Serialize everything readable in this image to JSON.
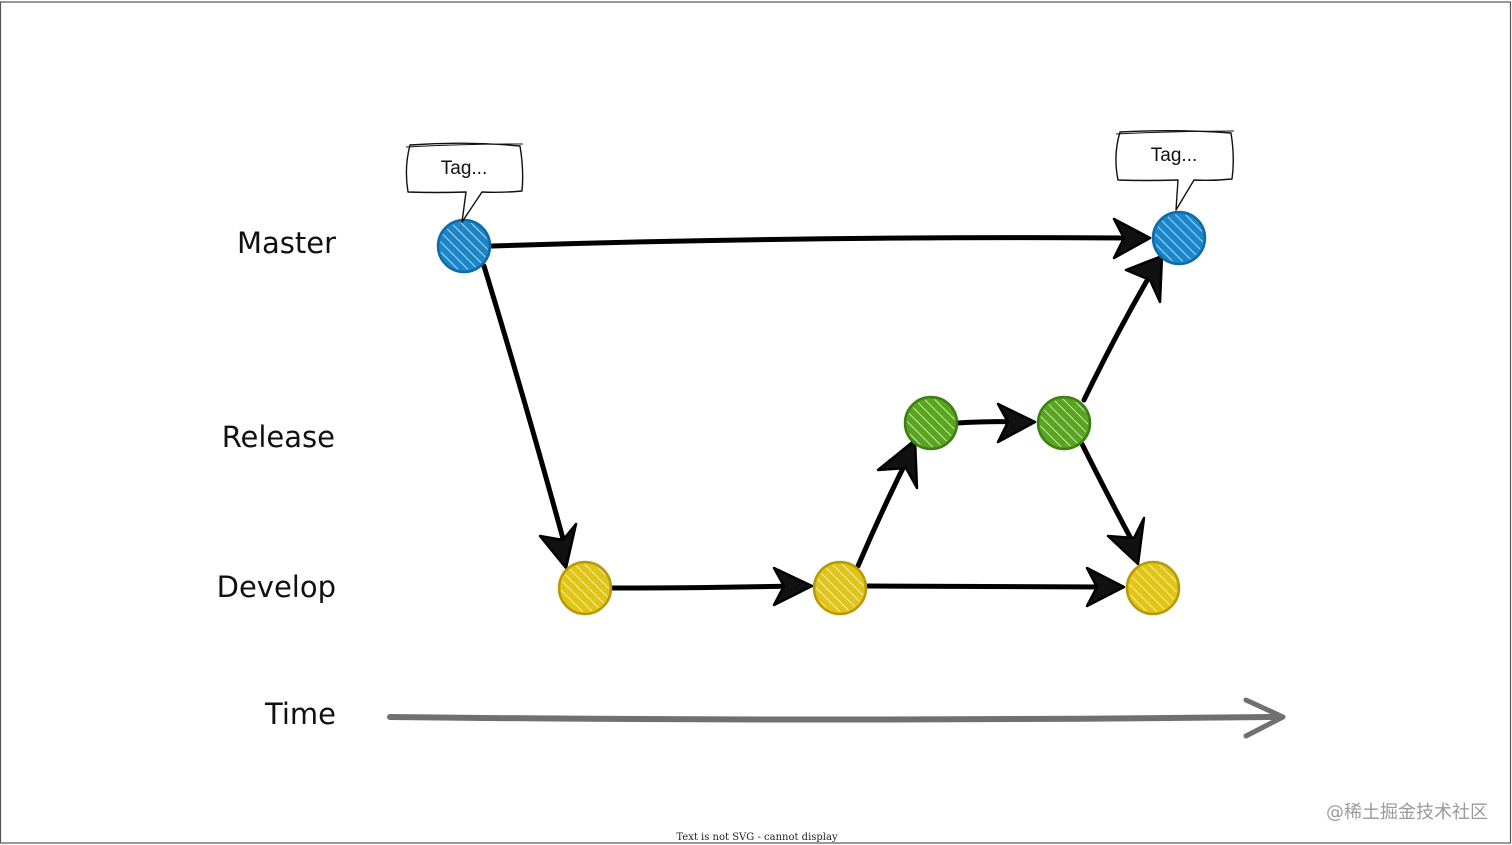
{
  "lanes": {
    "master": "Master",
    "release": "Release",
    "develop": "Develop",
    "time": "Time"
  },
  "tags": {
    "left": "Tag...",
    "right": "Tag..."
  },
  "watermark": "@稀土掘金技术社区",
  "footer_note": "Text is not SVG - cannot display",
  "colors": {
    "master": "#1b86c9",
    "develop": "#e0c416",
    "release": "#57a61e",
    "edge": "#000000",
    "time_axis": "#707070"
  },
  "icons": {
    "master_commit": "blue-circle-icon",
    "release_commit": "green-circle-icon",
    "develop_commit": "yellow-circle-icon"
  }
}
